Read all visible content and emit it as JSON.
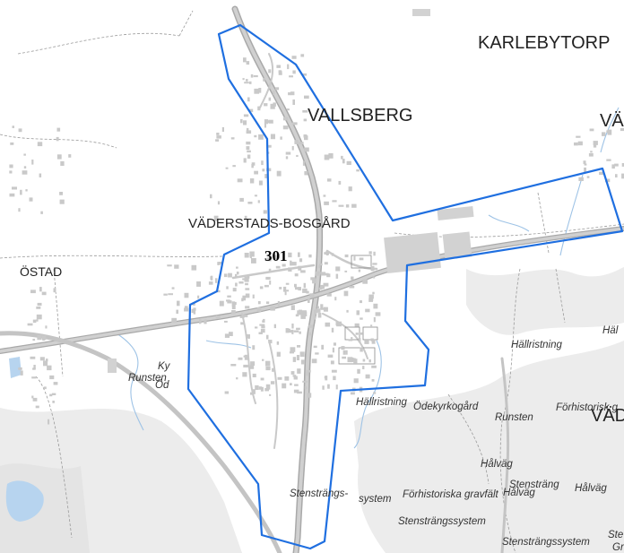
{
  "map": {
    "colors": {
      "background": "#ffffff",
      "forest": "#ececec",
      "road": "#c4c4c4",
      "road_edge": "#a9a9a9",
      "building": "#d2d2d2",
      "water": "#9ec3e6",
      "water_area": "#b7d4ef",
      "boundary": "#1f6fe0",
      "property_line": "#9a9a9a"
    },
    "area_code": "301",
    "places": {
      "karlebytorp": "KARLEBYTORP",
      "vallsberg": "VALLSBERG",
      "vad_partial": "VÄ",
      "vaderstads_bosgard": "VÄDERSTADS-BOSGÅRD",
      "ostad": "ÖSTAD",
      "vade_partial": "VÄD"
    },
    "features": {
      "hallristning_1": "Hällristning",
      "hal_partial": "Häl",
      "ky_partial": "Ky",
      "runsten_1": "Runsten",
      "odekyrkogard_partial_left": "Öd",
      "hallristning_2": "Hällristning",
      "odekyrkogard": "Ödekyrkogård",
      "runsten_2": "Runsten",
      "forhistorisk_partial": "Förhistorisk g",
      "halvag_1": "Hålväg",
      "stenstrang_1": "Stensträng",
      "halvag_2": "Hålväg",
      "halvag_3": "Hålväg",
      "stenstrangs_1": "Stensträngs-",
      "system_1": "system",
      "forhistoriska_gravfalt": "Förhistoriska gravfält",
      "stenstrangssystem_1": "Stensträngssystem",
      "stenstrangssystem_2": "Stensträngssystem",
      "ste_partial": "Ste",
      "gr_partial": "Gr"
    }
  }
}
